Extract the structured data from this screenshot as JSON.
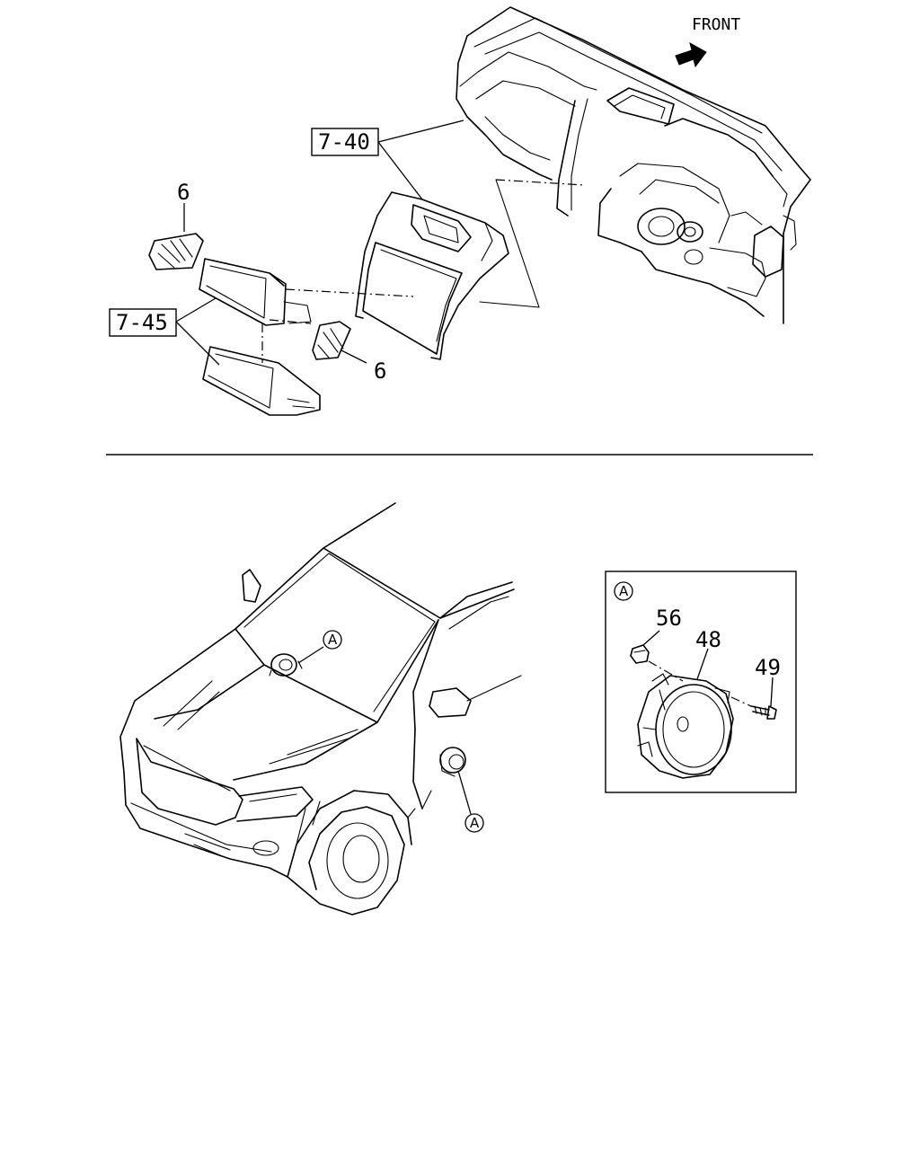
{
  "direction_label": "FRONT",
  "callouts": {
    "dash_assembly": "7-40",
    "pocket_assembly": "7-45",
    "vent_left": "6",
    "vent_right": "6",
    "detail_ref": "A",
    "windshield_ref": "A",
    "door_ref": "A",
    "clip": "56",
    "speaker": "48",
    "screw": "49"
  }
}
